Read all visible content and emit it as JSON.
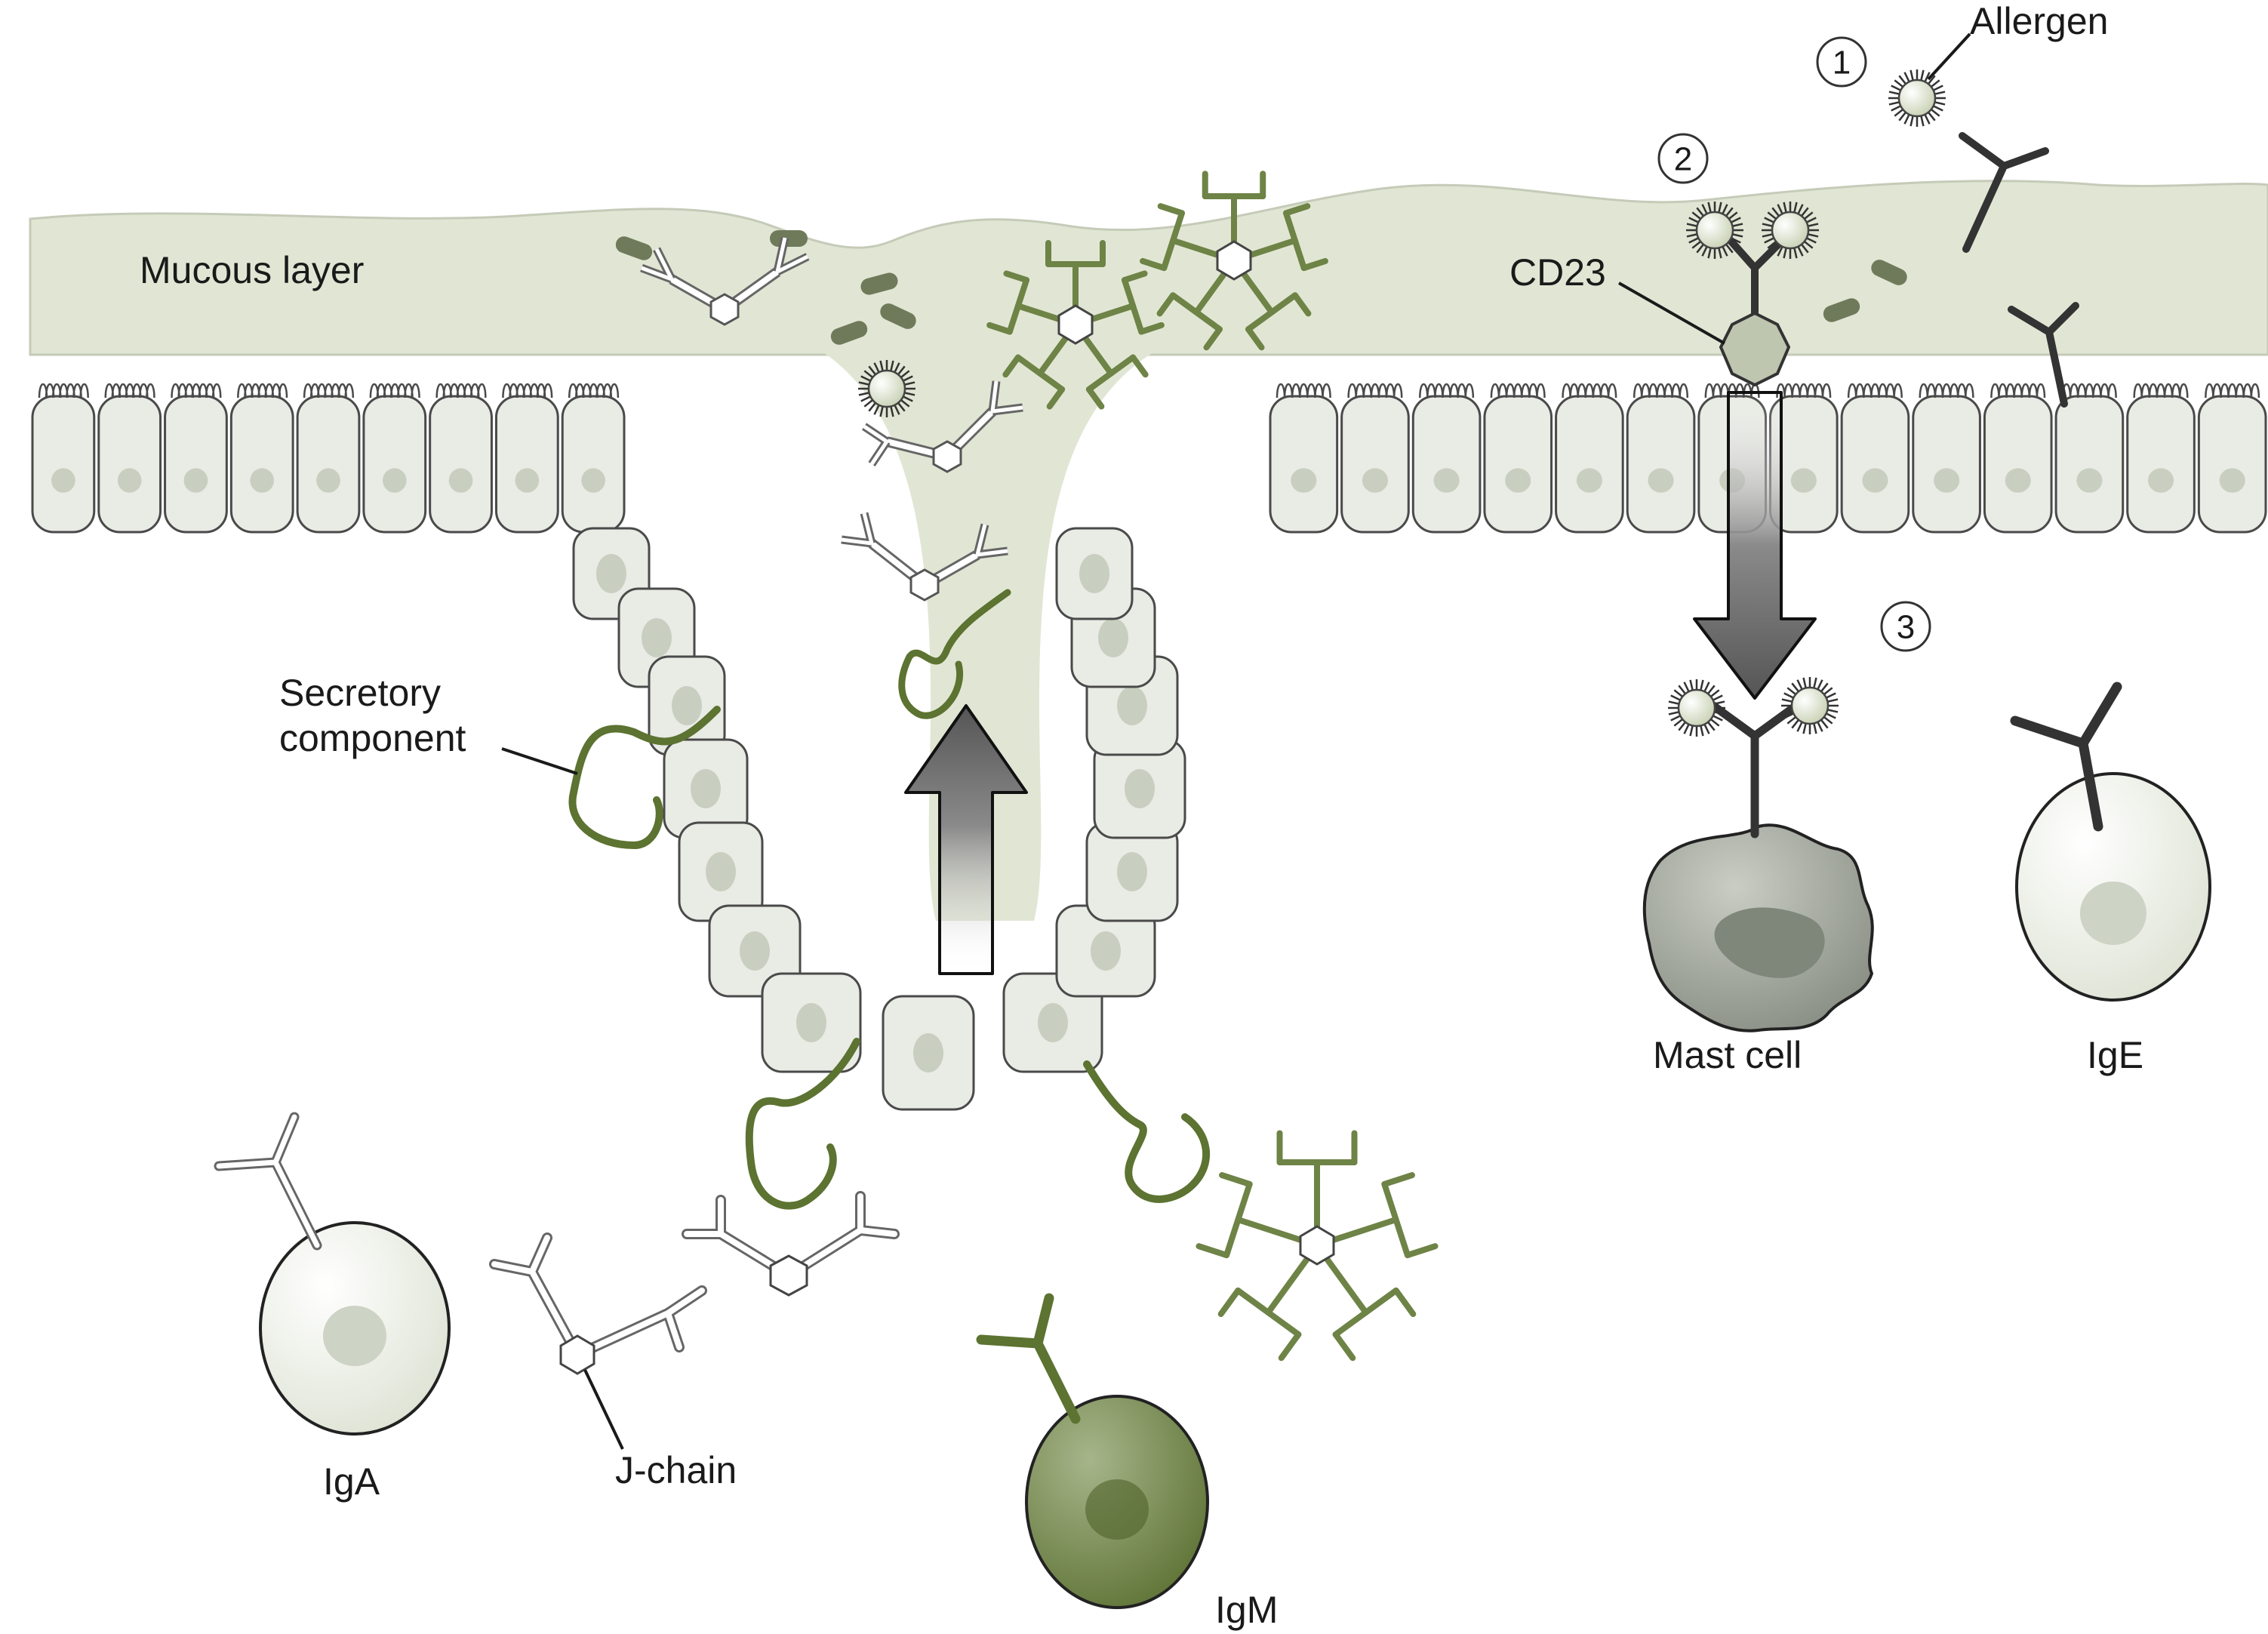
{
  "labels": {
    "allergen": "Allergen",
    "mucous_layer": "Mucous layer",
    "cd23": "CD23",
    "secretory_component": [
      "Secretory",
      "component"
    ],
    "mast_cell": "Mast cell",
    "ige": "IgE",
    "iga": "IgA",
    "j_chain": "J-chain",
    "igm": "IgM"
  },
  "steps": [
    "1",
    "2",
    "3"
  ],
  "colors": {
    "mucus": "#e3e8d6",
    "epithelium": "#e6e8e2",
    "nucleus": "#c8cfc0",
    "secretory_component": "#5c7331",
    "igm_green": "#6e8346",
    "ige_dark": "#333333",
    "mast_cell": "#9aa096",
    "allergen": "#dfe6cf"
  },
  "icons": [
    "allergen-icon",
    "antibody-iga-icon",
    "antibody-igm-icon",
    "antibody-ige-icon",
    "j-chain-icon",
    "cd23-receptor-icon",
    "transport-arrow-icon",
    "plasma-cell-icon",
    "mast-cell-icon"
  ]
}
